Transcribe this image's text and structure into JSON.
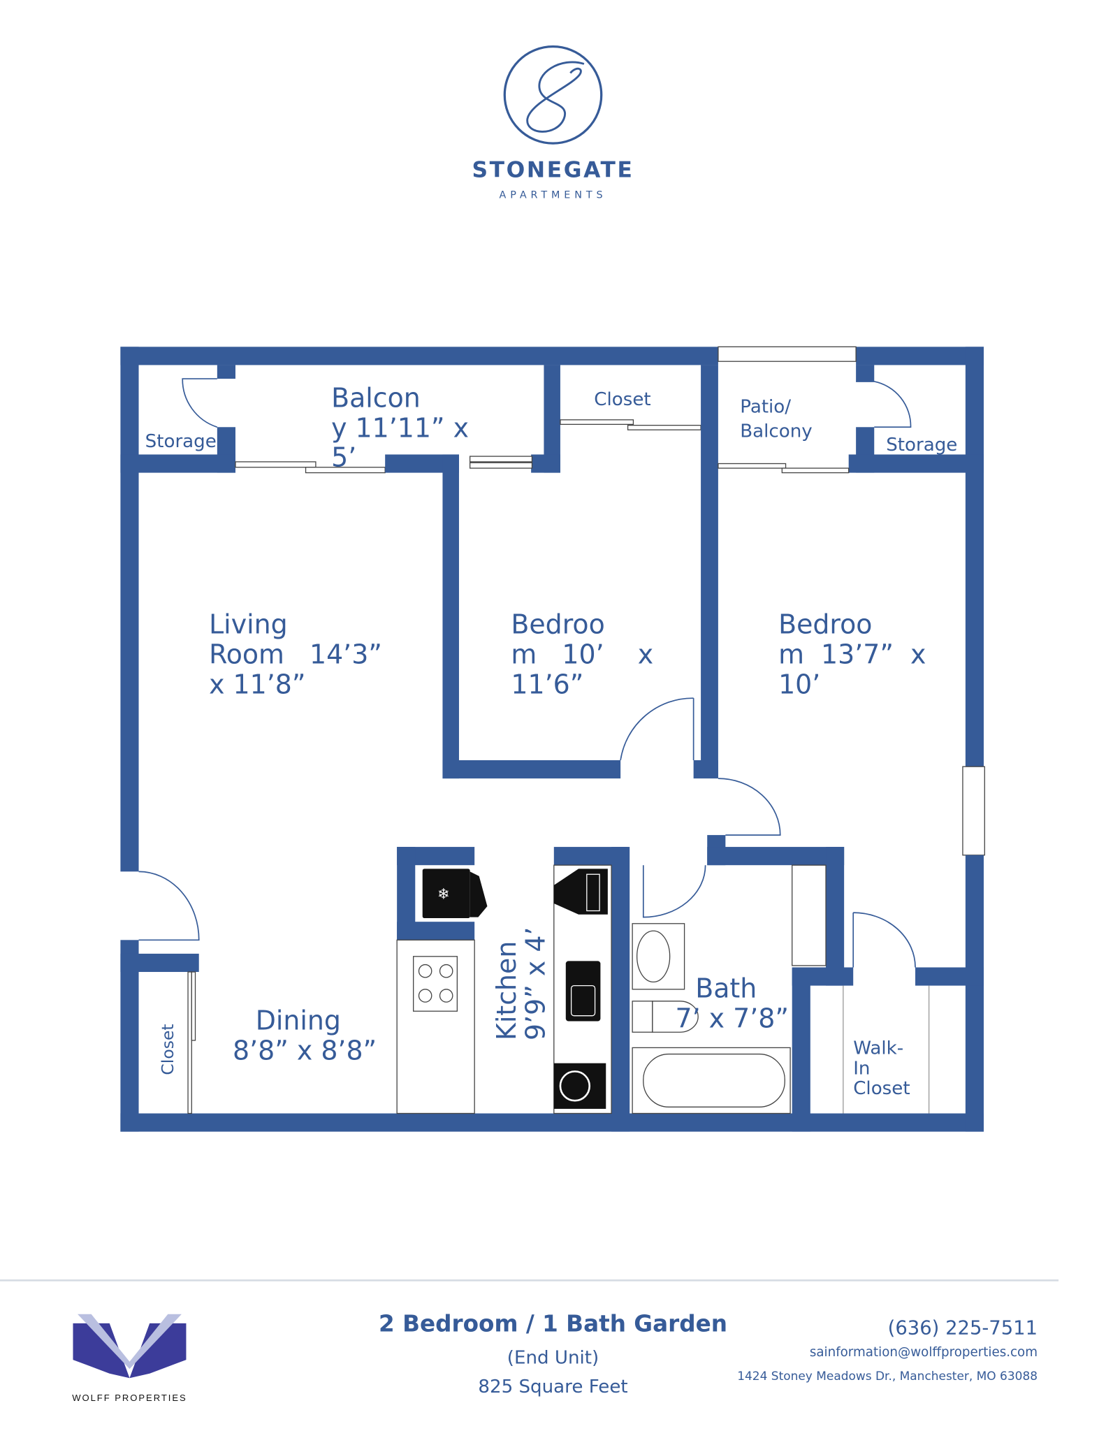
{
  "brand": {
    "name": "STONEGATE",
    "sub": "APARTMENTS",
    "color": "#365b98"
  },
  "rooms": {
    "balcony_1": [
      "Balcon",
      "y 11’11” x",
      "5’"
    ],
    "storage_left": "Storage",
    "closet_top": "Closet",
    "patio": [
      "Patio/",
      "Balcony"
    ],
    "storage_right": "Storage",
    "living": [
      "Living",
      "Room   14’3”",
      "x 11’8”"
    ],
    "bedroom_1": [
      "Bedroo",
      "m   10’    x",
      "11’6”"
    ],
    "bedroom_2": [
      "Bedroo",
      "m  13’7”  x",
      "10’"
    ],
    "dining": [
      "Dining",
      "8’8” x 8’8”"
    ],
    "closet_dining": "Closet",
    "kitchen": [
      "Kitchen",
      "9’9” x 4’"
    ],
    "bath": [
      "Bath",
      "7’ x 7’8”"
    ],
    "walkin": [
      "Walk-",
      "In",
      "Closet"
    ]
  },
  "icons": [
    "refrigerator-icon",
    "dishwasher-icon",
    "stove-icon",
    "sink-icon",
    "microwave-icon",
    "bath-sink-icon",
    "toilet-icon",
    "bathtub-icon"
  ],
  "footer": {
    "company": "WOLFF PROPERTIES",
    "title": "2 Bedroom / 1 Bath Garden",
    "subtitle": "(End Unit)",
    "area": "825 Square Feet",
    "phone": "(636) 225-7511",
    "email": "sainformation@wolffproperties.com",
    "address": "1424 Stoney Meadows Dr., Manchester, MO 63088"
  }
}
